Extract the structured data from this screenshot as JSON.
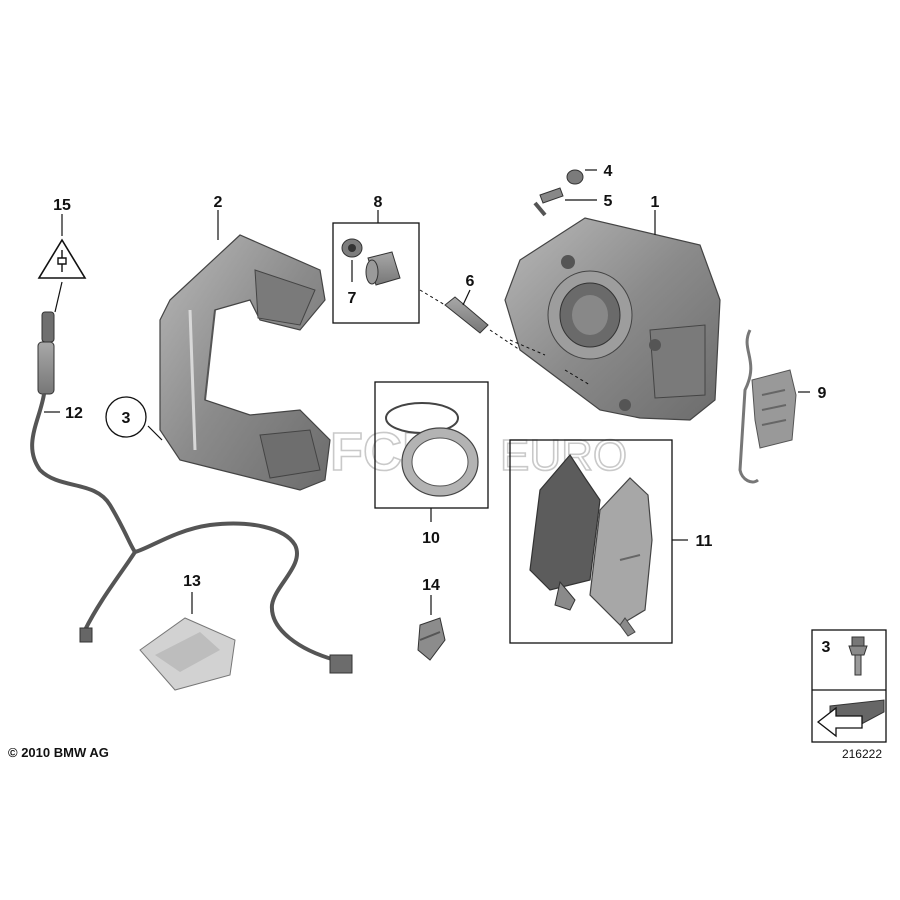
{
  "callouts": {
    "c1": "1",
    "c2": "2",
    "c3": "3",
    "c4": "4",
    "c5": "5",
    "c6": "6",
    "c7": "7",
    "c8": "8",
    "c9": "9",
    "c10": "10",
    "c11": "11",
    "c12": "12",
    "c13": "13",
    "c14": "14",
    "c15": "15"
  },
  "legend": {
    "number": "3"
  },
  "watermark": {
    "brand_a": "FCP",
    "brand_b": "EURO"
  },
  "footer": {
    "copyright": "© 2010 BMW AG",
    "diagram_id": "216222"
  },
  "colors": {
    "part_fill": "#8a8a8a",
    "part_dark": "#5e5e5e",
    "part_light": "#b0b0b0",
    "line": "#111111"
  }
}
